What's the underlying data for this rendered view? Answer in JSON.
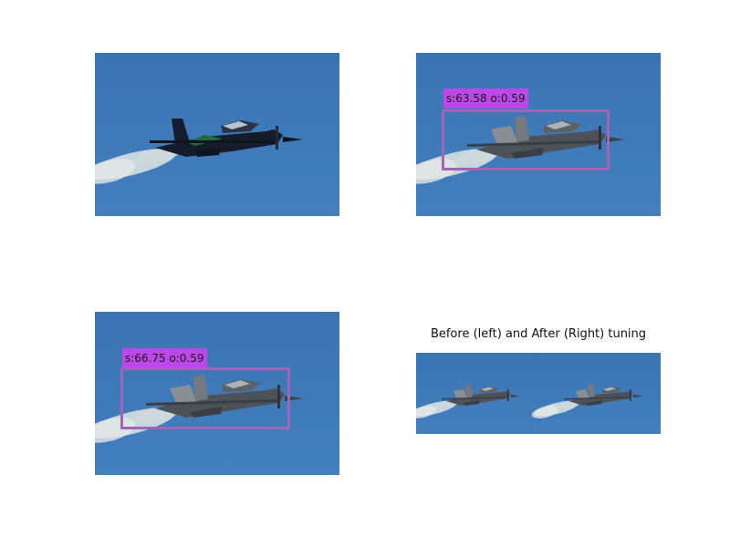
{
  "panels": {
    "top_left": {
      "image": "airplane-with-smoke-trail"
    },
    "top_right": {
      "image": "airplane-with-smoke-trail-gray",
      "detection_label": "s:63.58 o:0.59"
    },
    "bottom_left": {
      "image": "airplane-with-smoke-trail-gray",
      "detection_label": "s:66.75 o:0.59"
    },
    "bottom_right": {
      "image": "before-after-airplanes",
      "caption": "Before (left) and After (Right) tuning"
    }
  },
  "colors": {
    "sky": "#3d7ab8",
    "box": "#a066b3",
    "label_bg": "#bd48e8"
  }
}
